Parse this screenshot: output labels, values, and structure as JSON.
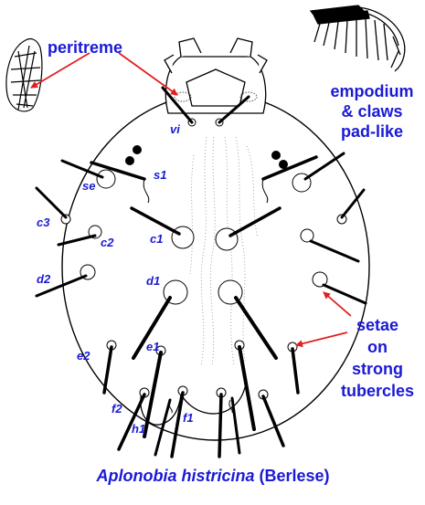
{
  "labels": {
    "peritreme": "peritreme",
    "empodium_1": "empodium",
    "empodium_2": "& claws",
    "empodium_3": "pad-like",
    "setae_1": "setae",
    "setae_2": "on",
    "setae_3": "strong",
    "setae_4": "tubercles"
  },
  "setae_labels": {
    "vi": "vi",
    "se": "se",
    "s1": "s1",
    "c3": "c3",
    "c2": "c2",
    "c1": "c1",
    "d2": "d2",
    "d1": "d1",
    "e2": "e2",
    "e1": "e1",
    "f2": "f2",
    "h1": "h1",
    "f1": "f1"
  },
  "title": {
    "species": "Aplonobia histricina",
    "author": " (Berlese)"
  },
  "colors": {
    "label": "#1a1ad6",
    "arrow": "#e02020",
    "ink": "#000000"
  }
}
